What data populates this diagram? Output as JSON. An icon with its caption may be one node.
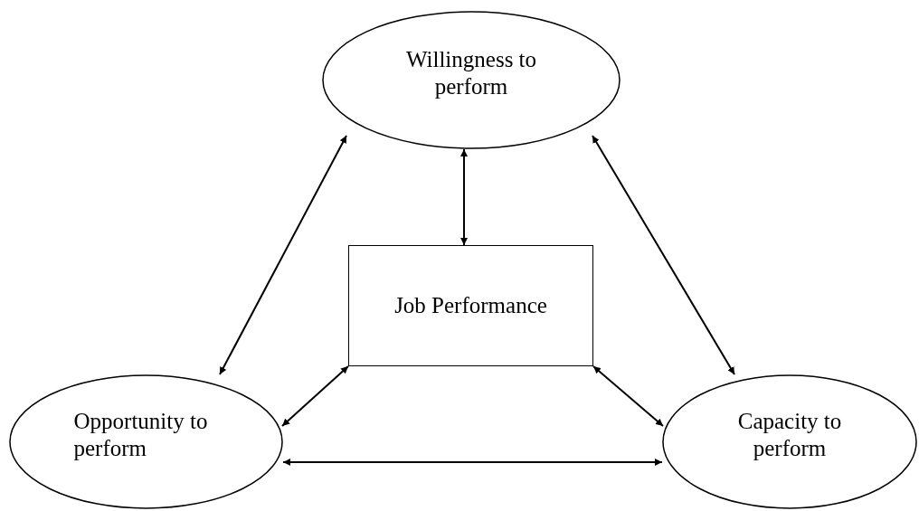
{
  "diagram": {
    "nodes": [
      {
        "text": [
          "Willingness to perform"
        ]
      },
      {
        "text": [
          "Job Performance"
        ]
      },
      {
        "text": [
          "Opportunity to perform"
        ]
      },
      {
        "text": [
          "Capacity to perform"
        ]
      }
    ],
    "edges": [
      {
        "from": 0,
        "to": 2,
        "arrow": "both"
      },
      {
        "from": 0,
        "to": 1,
        "arrow": "both"
      },
      {
        "from": 0,
        "to": 3,
        "arrow": "both"
      },
      {
        "from": 1,
        "to": 2,
        "arrow": "both"
      },
      {
        "from": 1,
        "to": 3,
        "arrow": "both"
      },
      {
        "from": 2,
        "to": 3,
        "arrow": "both"
      }
    ]
  }
}
